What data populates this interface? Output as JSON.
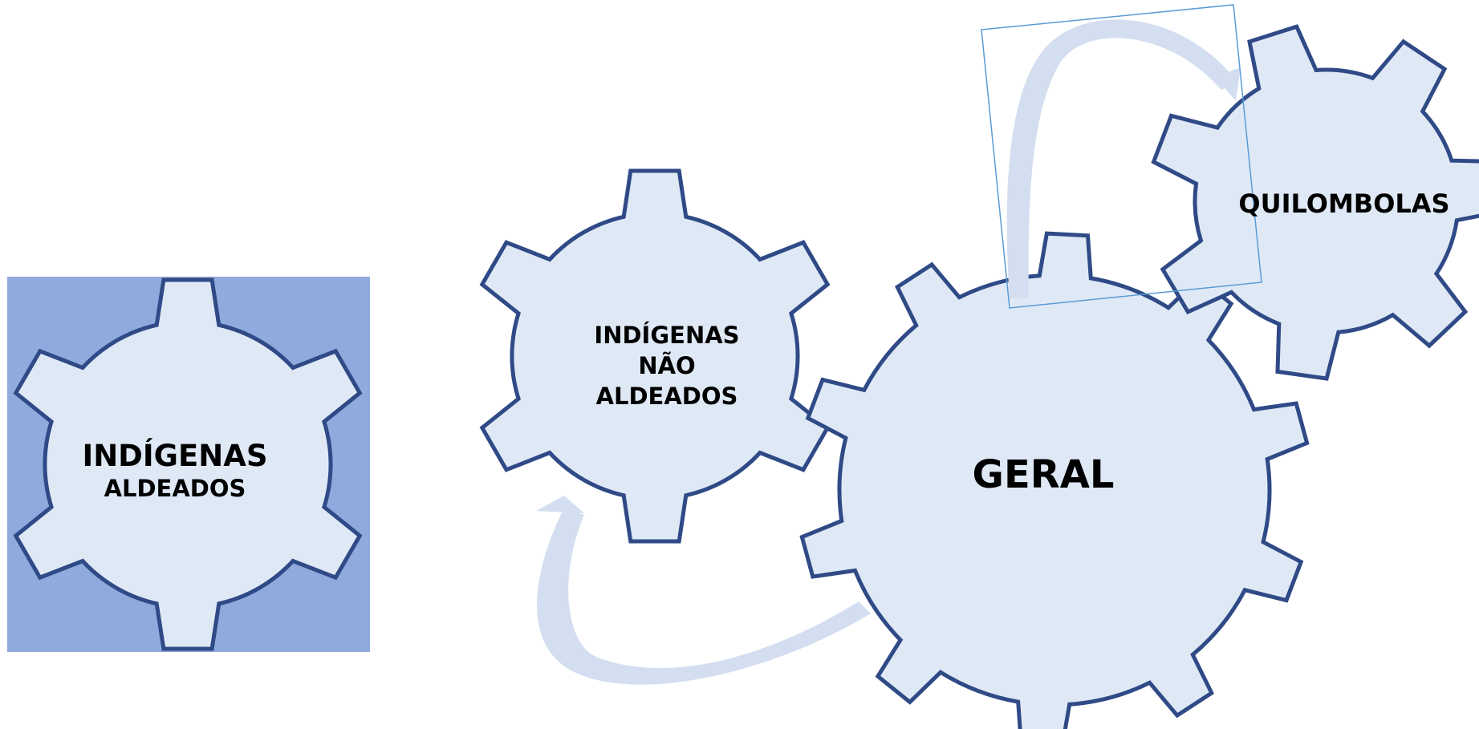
{
  "gears": {
    "indigenas_aldeados": {
      "line1": "INDÍGENAS",
      "line2": "ALDEADOS"
    },
    "indigenas_nao_aldeados": {
      "line1": "INDÍGENAS",
      "line2": "NÃO",
      "line3": "ALDEADOS"
    },
    "geral": {
      "label": "GERAL"
    },
    "quilombolas": {
      "label": "QUILOMBOLAS"
    }
  },
  "colors": {
    "selection_fill": "#8faadc",
    "gear_fill": "#dfe9f6",
    "gear_stroke": "#2f4a86",
    "arrow": "#d3def0",
    "selection_outline": "#5b9bd5"
  }
}
